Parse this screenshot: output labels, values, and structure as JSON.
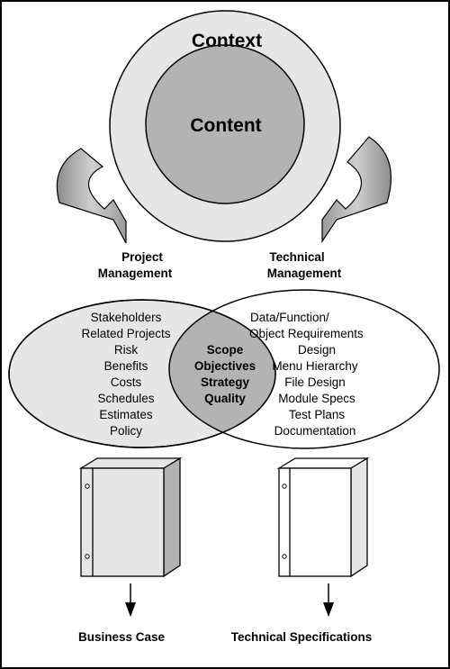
{
  "context_label": "Context",
  "content_label": "Content",
  "project_management_label": [
    "Project",
    "Management"
  ],
  "technical_management_label": [
    "Technical",
    "Management"
  ],
  "left_items": [
    "Stakeholders",
    "Related Projects",
    "Risk",
    "Benefits",
    "Costs",
    "Schedules",
    "Estimates",
    "Policy"
  ],
  "overlap_items": [
    "Scope",
    "Objectives",
    "Strategy",
    "Quality"
  ],
  "right_items": [
    "Data/Function/",
    "Object  Requirements",
    "Design",
    "Menu Hierarchy",
    "File Design",
    "Module Specs",
    "Test Plans",
    "Documentation"
  ],
  "business_case_label": "Business Case",
  "technical_specifications_label": "Technical Specifications",
  "colors": {
    "border": "#000000",
    "light_gray": "#e6e6e6",
    "mid_gray": "#b3b3b3",
    "background": "#ffffff"
  }
}
